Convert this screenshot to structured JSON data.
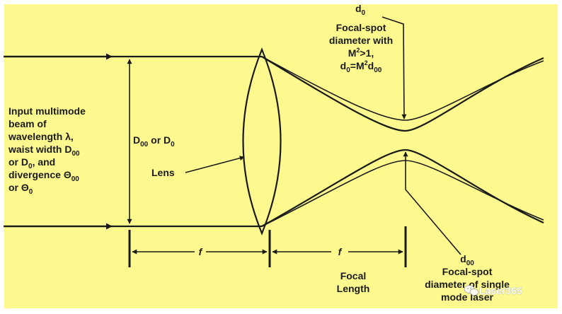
{
  "colors": {
    "background": "#fdf98e",
    "ink": "#1a1a1a",
    "border": "#ffffff"
  },
  "labels": {
    "input_beam": {
      "l1": "Input multimode",
      "l2": "beam of",
      "l3": "wavelength λ,",
      "l4_main": "waist width D",
      "l4_sub": "00",
      "l5_main": "or D",
      "l5_sub": "0",
      "l5_tail": ", and",
      "l6_main": "divergence Θ",
      "l6_sub": "00",
      "l7_main": "or Θ",
      "l7_sub": "0"
    },
    "beam_diameter": {
      "a_main": "D",
      "a_sub": "00",
      "mid": " or D",
      "b_sub": "0"
    },
    "lens": "Lens",
    "focal_spot_multimode": {
      "symbol_main": "d",
      "symbol_sub": "0",
      "l1": "Focal-spot",
      "l2": "diameter with",
      "l3_main": "M",
      "l3_sup": "2",
      "l3_tail": ">1,",
      "l4_main": "d",
      "l4_sub": "0",
      "l4_mid": "=M",
      "l4_sup": "2",
      "l4_d": "d",
      "l4_sub2": "00"
    },
    "focal_spot_single": {
      "symbol_main": "d",
      "symbol_sub": "00",
      "l1": "Focal-spot",
      "l2": "diameter of single",
      "l3": "mode laser"
    },
    "focal_length_symbol_left": "f",
    "focal_length_symbol_right": "f",
    "focal_length": {
      "l1": "Focal",
      "l2": "Length"
    },
    "watermark": "Laser365"
  },
  "icons": {
    "watermark_logo": "wechat-icon"
  }
}
